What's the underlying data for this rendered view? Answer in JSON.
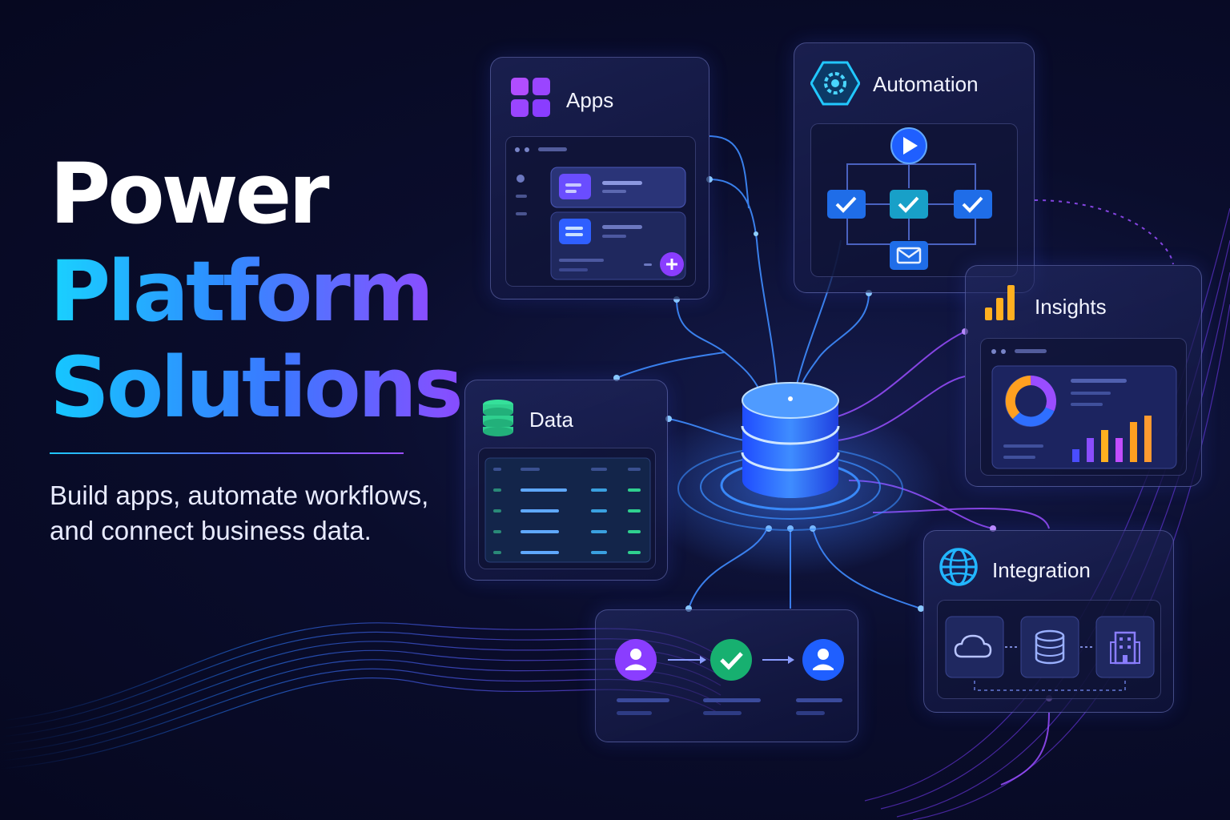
{
  "hero": {
    "title_line1": "Power",
    "title_line2": "Platform",
    "title_line3": "Solutions",
    "subtitle_line1": "Build apps, automate workflows,",
    "subtitle_line2": "and connect business data."
  },
  "cards": {
    "apps": {
      "title": "Apps",
      "icon": "app-grid-icon"
    },
    "automation": {
      "title": "Automation",
      "icon": "gear-icon"
    },
    "insights": {
      "title": "Insights",
      "icon": "bar-chart-icon"
    },
    "data": {
      "title": "Data",
      "icon": "database-icon"
    },
    "integration": {
      "title": "Integration",
      "icon": "globe-icon"
    },
    "approval": {
      "icon": "user-approval-flow"
    }
  },
  "colors": {
    "background": "#070a22",
    "accent_cyan": "#19d2ff",
    "accent_blue": "#2e6bff",
    "accent_purple": "#8a4dff",
    "accent_green": "#2fd08f"
  }
}
